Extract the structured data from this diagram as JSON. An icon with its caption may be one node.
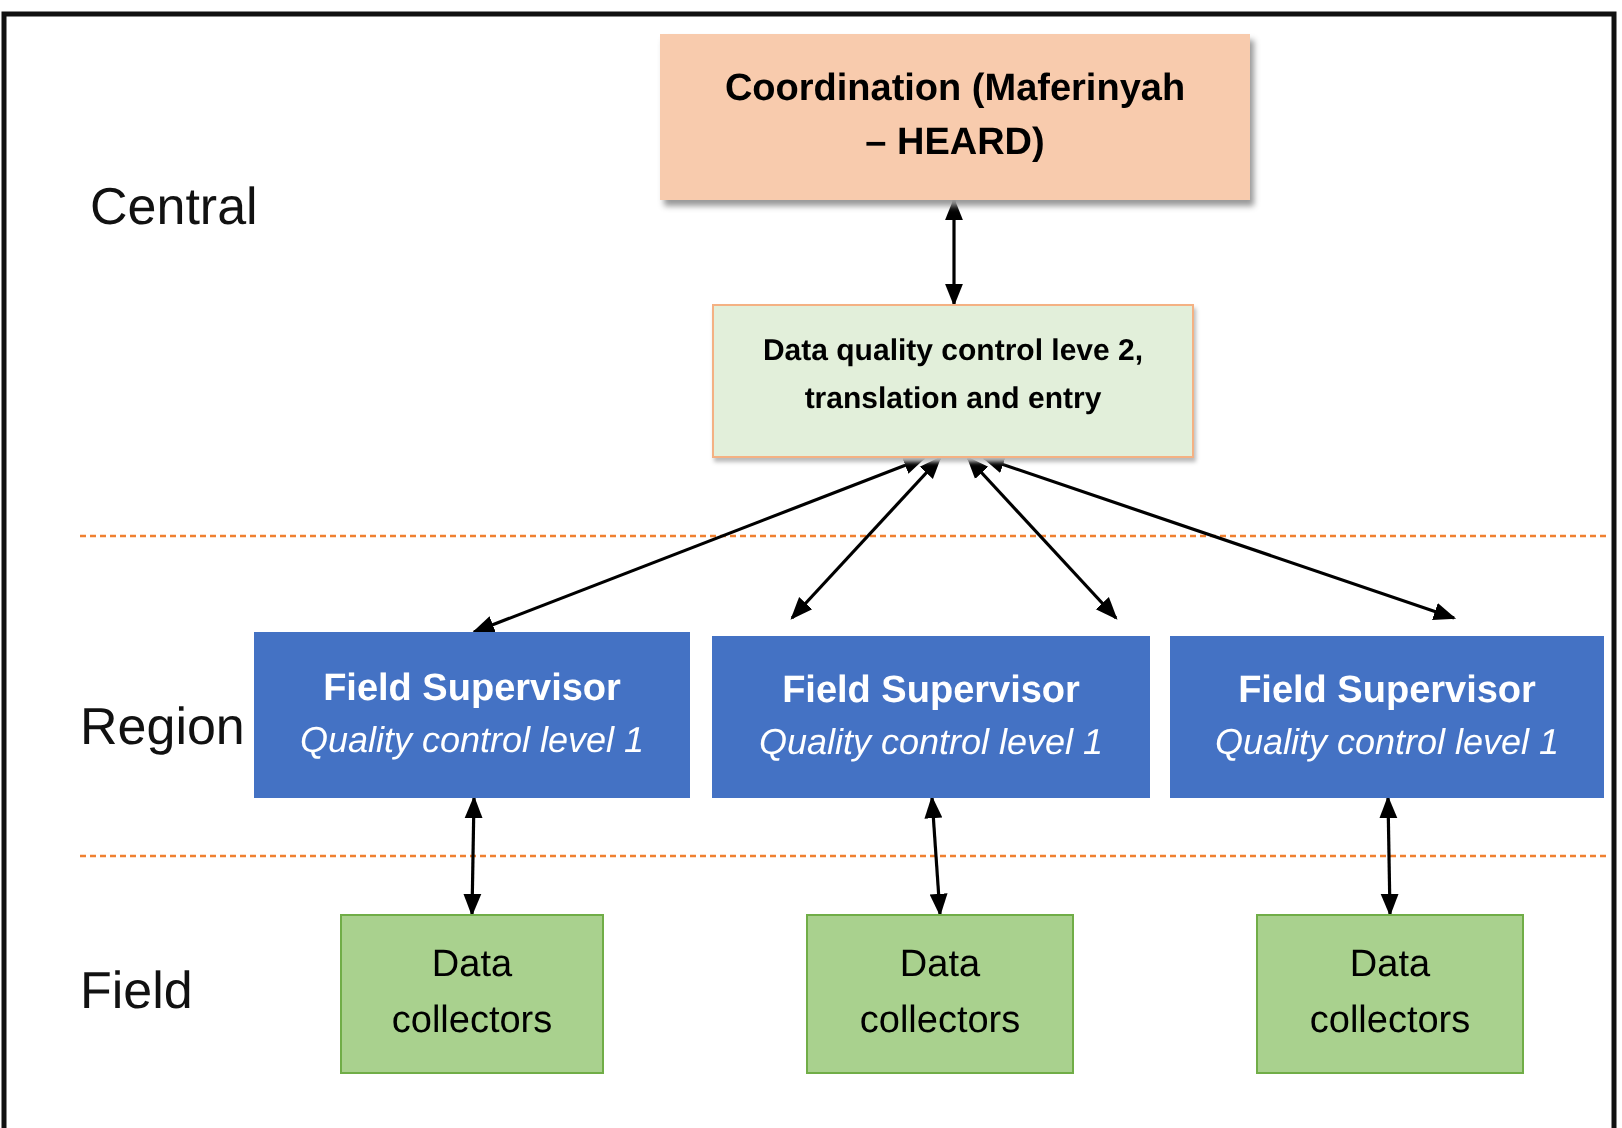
{
  "diagram": {
    "nodes": [
      {
        "text": [
          "Coordination (Maferinyah – HEARD)"
        ]
      },
      {
        "text": [
          "Data quality control leve 2, translation and entry"
        ]
      },
      {
        "text": [
          "Field Supervisor",
          "Quality control level 1"
        ]
      },
      {
        "text": [
          "Field Supervisor",
          "Quality control level 1"
        ]
      },
      {
        "text": [
          "Field Supervisor",
          "Quality control level 1"
        ]
      },
      {
        "text": [
          "Data collectors"
        ]
      },
      {
        "text": [
          "Data collectors"
        ]
      },
      {
        "text": [
          "Data collectors"
        ]
      }
    ],
    "edges": [
      {
        "from": 0,
        "to": 1,
        "arrow": "both"
      },
      {
        "from": 1,
        "to": 2,
        "arrow": "both"
      },
      {
        "from": 1,
        "to": 3,
        "arrow": "both"
      },
      {
        "from": 1,
        "to": 3,
        "arrow": "both"
      },
      {
        "from": 1,
        "to": 4,
        "arrow": "both"
      },
      {
        "from": 2,
        "to": 5,
        "arrow": "both"
      },
      {
        "from": 3,
        "to": 6,
        "arrow": "both"
      },
      {
        "from": 4,
        "to": 7,
        "arrow": "both"
      }
    ],
    "labels": [
      "Central",
      "Region",
      "Field"
    ]
  }
}
